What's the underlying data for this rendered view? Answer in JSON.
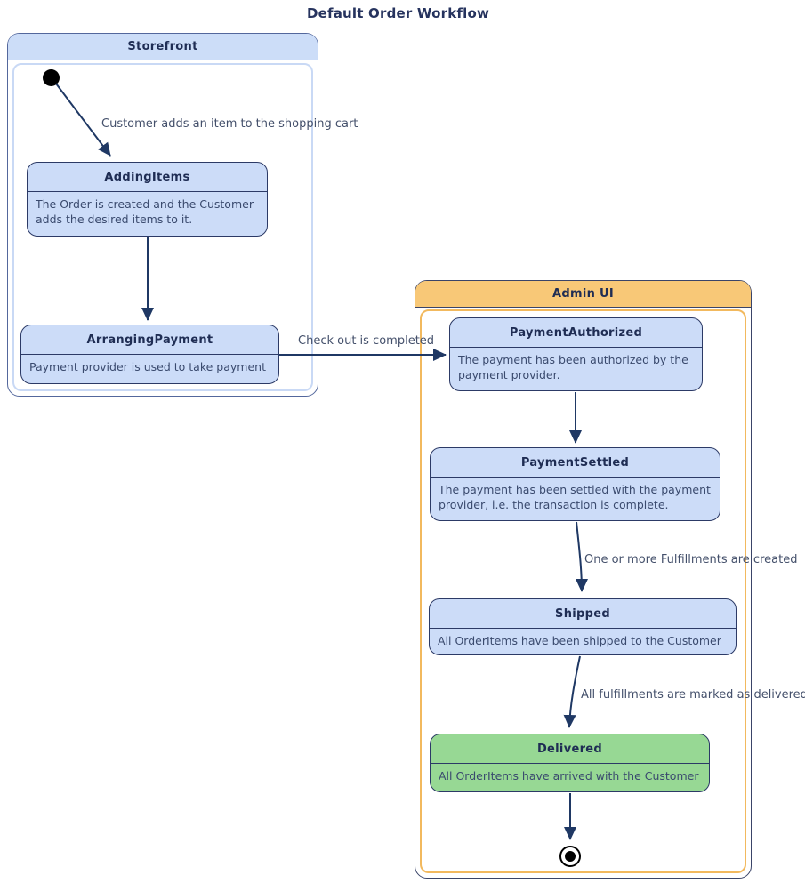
{
  "diagram": {
    "title": "Default Order Workflow"
  },
  "containers": {
    "storefront": {
      "label": "Storefront"
    },
    "admin_ui": {
      "label": "Admin UI"
    }
  },
  "states": {
    "adding_items": {
      "name": "AddingItems",
      "description": "The Order is created and the Customer\nadds the desired items to it."
    },
    "arranging_payment": {
      "name": "ArrangingPayment",
      "description": "Payment provider is used to take payment"
    },
    "payment_authorized": {
      "name": "PaymentAuthorized",
      "description": "The payment has been authorized by the\npayment provider."
    },
    "payment_settled": {
      "name": "PaymentSettled",
      "description": "The payment has been settled with the payment\nprovider, i.e. the transaction is complete."
    },
    "shipped": {
      "name": "Shipped",
      "description": "All OrderItems have been shipped to the Customer"
    },
    "delivered": {
      "name": "Delivered",
      "description": "All OrderItems have arrived with the Customer"
    }
  },
  "transitions": {
    "start_to_adding_items": "Customer adds an item to the shopping cart",
    "arranging_to_authorized": "Check out is completed",
    "settled_to_shipped": "One or more Fulfillments are created",
    "shipped_to_delivered": "All fulfillments are marked as delivered"
  },
  "colors": {
    "state_fill": "#ccdcf8",
    "state_border": "#2c3a66",
    "storefront_header": "#ccddf8",
    "admin_header": "#f8c877",
    "admin_inner_border": "#f2b95e",
    "delivered_fill": "#97d894",
    "arrow": "#1f3864",
    "label_text": "#44506b"
  }
}
